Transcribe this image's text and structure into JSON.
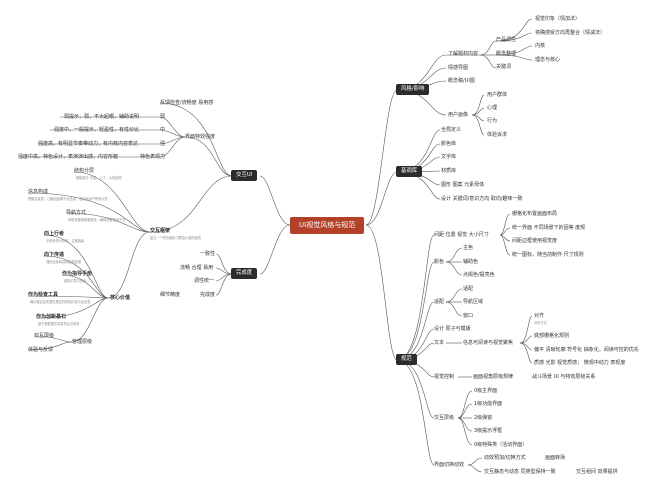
{
  "root": "UI视觉风格与规范",
  "style": {
    "title": "风格/影响",
    "items": {
      "understand": "了解题材内容",
      "product": "产品调性",
      "pos": "视觉印象（情加法）",
      "trans": "将确感受方向再整合（情减法）",
      "concept": "概念整理",
      "cont": "内核",
      "keyword": "关键词",
      "core": "理念与核心",
      "mood": "情感导图",
      "moodboard": "概念稿/UI图",
      "persona": "用户群体",
      "ua": "用户画像",
      "ub": "心理",
      "uc": "行为",
      "ud": "体验诉求"
    }
  },
  "library": {
    "title": "基调库",
    "items": [
      "全局定义",
      "颜色库",
      "文字库",
      "材质库",
      "图形 图案 元素母体",
      "设计 关键词/意识方向 取向/趣味一致"
    ]
  },
  "interaction": {
    "title": "交互UI",
    "items": {
      "a": "反馈检查/流畅度 易用感",
      "b": "界面特效强度",
      "weak": "弱",
      "weak_desc": "弱提示，弱，不大起眼，辅助说明",
      "mid": "中",
      "mid_desc": "强度中，一般提示，轻盈性，有性价比",
      "strong": "强",
      "strong_desc": "强度高，有明显节奏带动力，有内核内容表达",
      "special": "特色表现力",
      "special_desc": "强度中高，特色设计，表演演出感，内容形躯"
    }
  },
  "framework": {
    "title": "交互框架",
    "desc": "建立一个符合使用习惯及价值的结构",
    "struct": "结构分层",
    "struct_desc": "基础层中 中层、上下、大的结构",
    "info": "信息构成",
    "info_desc": "把握信息层，让输出结果不太信息，信息给用户带来认知",
    "guide": "导航方式",
    "guide_desc": "清晰流程和频繁操作，确保流程保持方式",
    "core": "核心价值",
    "c1": "向上行者",
    "c1d": "不用考虑分对称，过度拖者",
    "c2": "向下传递",
    "c2d": "强化信息和目标最简连接",
    "c3": "作为指导手册",
    "c3d": "结构引导与信息",
    "c4": "作为检查工具",
    "c4d": "确认稳定及完整性是否具有指示性与反应性",
    "c5": "作为创新基石",
    "c5d": "基于模型模式将新事业引领事",
    "manage": "交互层级",
    "manage_b": "管理层级",
    "exp": "体验与反馈"
  },
  "finish": {
    "title": "完成度",
    "items": [
      "一致性",
      "流畅 合理 易用",
      "调性统一",
      "细节精度"
    ],
    "done": "完成度"
  },
  "spec": {
    "title": "规范",
    "layout": "间距 位置 视觉 大小尺寸",
    "l1": "栅格化布置画面布局",
    "l2": "统一界面 不同场景下的固等 度规",
    "l3": "间距边框使用视觉度",
    "l4": "统一图标，随当前制作 尺寸规则",
    "color": "颜色",
    "c1": "主色",
    "c2": "辅助色",
    "c3": "点缀色/提亮色",
    "adapt": "适配",
    "a1": "适配",
    "a2": "导航区域",
    "a3": "窗口",
    "font": "设计 原子与模版",
    "text": "文本",
    "t1": "信息可阅读与视觉聚焦",
    "t2": "对齐",
    "t2d": "对齐方式",
    "t3": "底部栅格化规则",
    "t4": "偏平 清晰轮廓 符号化 抽象化，阅读可控的优先",
    "t5": "质感 光影 视觉质感； 微观中动力 表现度",
    "vision": "视觉控制",
    "v1": "画面视角层级规律",
    "v2": "战斗场景 UI 与特效层级关系",
    "layer": "交互层级",
    "ly": [
      "0级主界面",
      "1级功能界面",
      "2级弹窗",
      "3级提示浮框",
      "0级特殊类（活动界面）"
    ],
    "anim": "界面切换动效",
    "an1": "动效预加/切换方式",
    "an2": "画面转场",
    "an3": "交互静态与动态 同类型保持一致",
    "an4": "交互组间 效果提供"
  }
}
